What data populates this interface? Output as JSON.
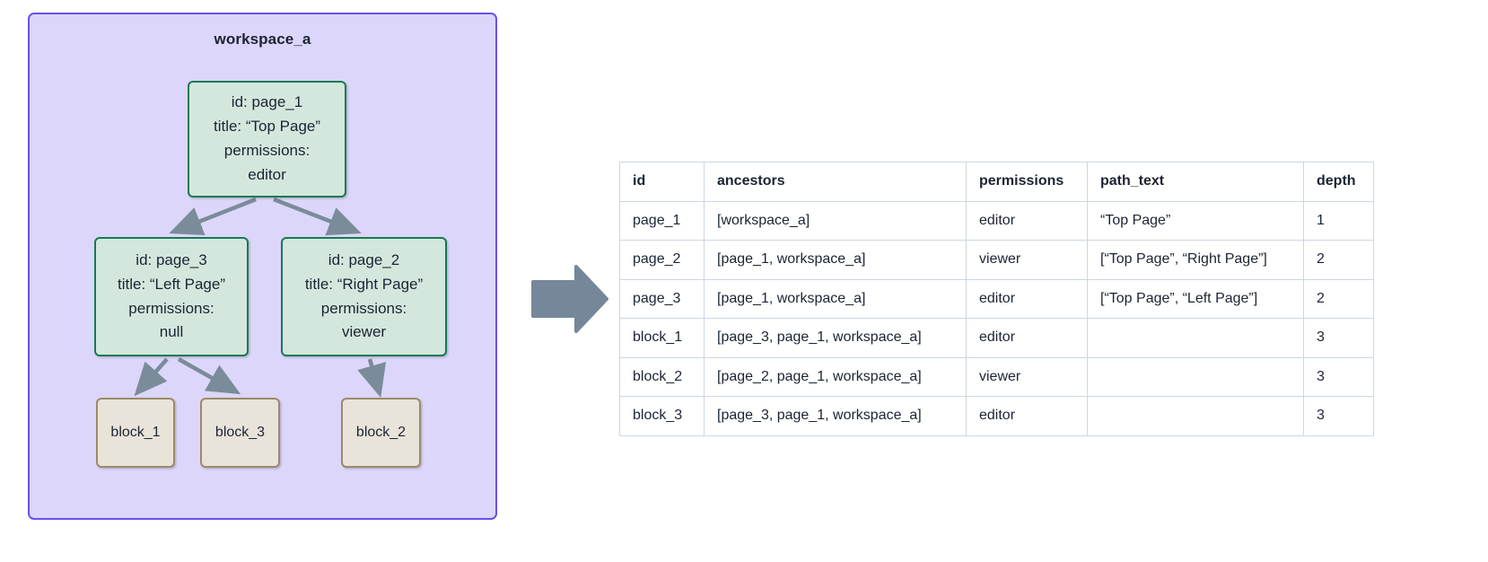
{
  "workspace": {
    "title": "workspace_a",
    "container_color": "#dcd6fb",
    "container_border_color": "#6c4ff0",
    "page_node_fill": "#d4e7dd",
    "page_node_border": "#157a52",
    "block_node_fill": "#e9e4d9",
    "block_node_border": "#9a8a68",
    "edge_color": "#7a8c99"
  },
  "nodes": {
    "page_1": {
      "id_line": "id: page_1",
      "title_line": "title: “Top Page”",
      "permissions_label": "permissions:",
      "permissions_value": "editor"
    },
    "page_3": {
      "id_line": "id: page_3",
      "title_line": "title: “Left Page”",
      "permissions_label": "permissions:",
      "permissions_value": "null"
    },
    "page_2": {
      "id_line": "id: page_2",
      "title_line": "title: “Right Page”",
      "permissions_label": "permissions:",
      "permissions_value": "viewer"
    },
    "block_1": {
      "label": "block_1"
    },
    "block_3": {
      "label": "block_3"
    },
    "block_2": {
      "label": "block_2"
    }
  },
  "transform_arrow": {
    "color": "#77879a"
  },
  "table": {
    "columns": [
      "id",
      "ancestors",
      "permissions",
      "path_text",
      "depth"
    ],
    "rows": [
      {
        "id": "page_1",
        "ancestors": "[workspace_a]",
        "permissions": "editor",
        "path_text": "“Top Page”",
        "depth": "1"
      },
      {
        "id": "page_2",
        "ancestors": "[page_1, workspace_a]",
        "permissions": "viewer",
        "path_text": "[“Top Page”, “Right Page”]",
        "depth": "2"
      },
      {
        "id": "page_3",
        "ancestors": "[page_1, workspace_a]",
        "permissions": "editor",
        "path_text": "[“Top Page”, “Left Page”]",
        "depth": "2"
      },
      {
        "id": "block_1",
        "ancestors": "[page_3, page_1, workspace_a]",
        "permissions": "editor",
        "path_text": "",
        "depth": "3"
      },
      {
        "id": "block_2",
        "ancestors": "[page_2, page_1, workspace_a]",
        "permissions": "viewer",
        "path_text": "",
        "depth": "3"
      },
      {
        "id": "block_3",
        "ancestors": "[page_3, page_1, workspace_a]",
        "permissions": "editor",
        "path_text": "",
        "depth": "3"
      }
    ]
  }
}
